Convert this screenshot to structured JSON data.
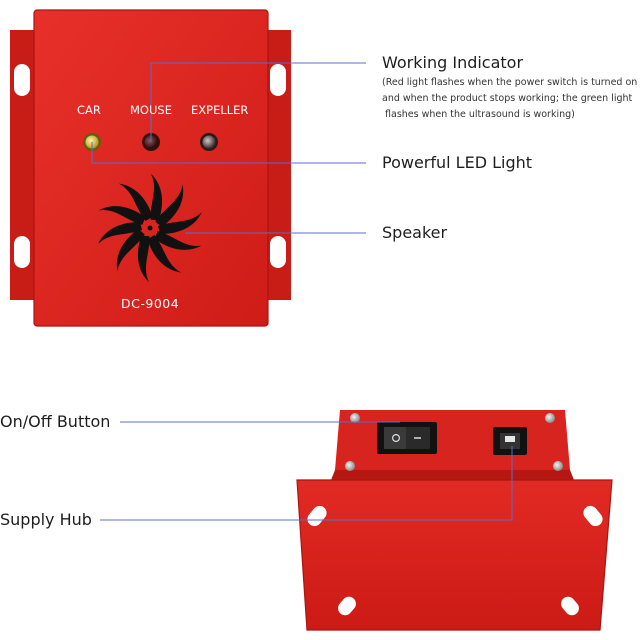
{
  "device": {
    "led_labels": {
      "car": "CAR",
      "mouse": "MOUSE",
      "expeller": "EXPELLER"
    },
    "model_number": "DC-9004",
    "color": "#e0231f"
  },
  "callouts": {
    "working_indicator": {
      "title": "Working Indicator",
      "note_lines": [
        "(Red light flashes when the power switch is turned on",
        "and when the product stops working; the green light",
        " flashes when the ultrasound is working)"
      ]
    },
    "led_light": "Powerful LED Light",
    "speaker": "Speaker",
    "on_off_button": "On/Off Button",
    "supply_hub": "Supply Hub"
  },
  "colors": {
    "body_red": "#e0231f",
    "dark_red": "#b51713",
    "leader_line": "#5b6cc9"
  }
}
